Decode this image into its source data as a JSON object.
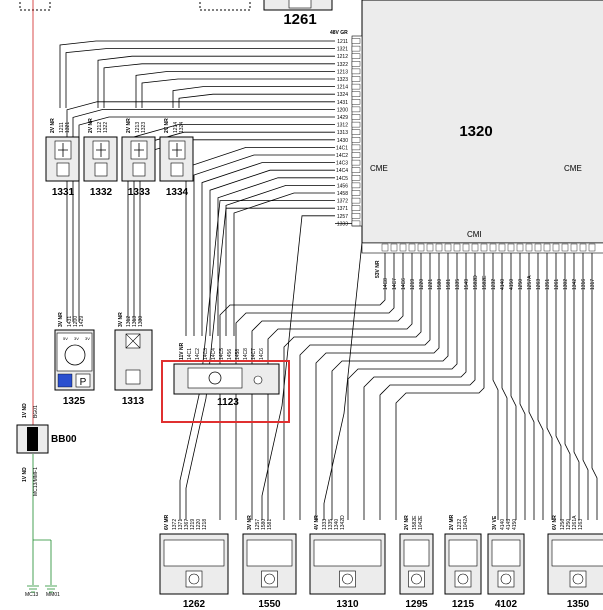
{
  "ecu": {
    "code": "1320",
    "cme_left": "CME",
    "cme_right": "CME",
    "cmi": "CMI",
    "connector_top": "48V GR",
    "connector_bottom": "53V NR"
  },
  "top_part": "1261",
  "pin_labels": [
    "1211",
    "1321",
    "1212",
    "1322",
    "1213",
    "1323",
    "1214",
    "1324",
    "1431",
    "1200",
    "1429",
    "1312",
    "1313",
    "1430",
    "14C1",
    "14C2",
    "14C3",
    "14C4",
    "14C5",
    "1456",
    "1458",
    "1372",
    "1371",
    "1257",
    "1333"
  ],
  "coils": [
    {
      "code": "1331",
      "conn": "2V NR",
      "wires": [
        "1211",
        "1321"
      ]
    },
    {
      "code": "1332",
      "conn": "2V NR",
      "wires": [
        "1212",
        "1322"
      ]
    },
    {
      "code": "1333",
      "conn": "2V NR",
      "wires": [
        "1213",
        "1323"
      ]
    },
    {
      "code": "1334",
      "conn": "2V NR",
      "wires": [
        "1214",
        "1324"
      ]
    }
  ],
  "sensor_1325": {
    "code": "1325",
    "conn": "3V NR",
    "wires": [
      "1431",
      "1200",
      "1429"
    ],
    "pins": [
      "5V",
      "3V",
      "3V"
    ],
    "letter": "P"
  },
  "sensor_1313": {
    "code": "1313",
    "conn": "3V NR",
    "wires": [
      "1312",
      "1313",
      "1330"
    ]
  },
  "part_1123": {
    "code": "1123",
    "conn": "11V NR",
    "wires": [
      "14C1",
      "14C2",
      "14C3",
      "14C4",
      "14C5",
      "1456",
      "1458",
      "14C8",
      "14C7",
      "14C6"
    ]
  },
  "bb00": {
    "code": "BB00",
    "conn_top": "1V ND",
    "conn_bottom": "1V ND",
    "wire_top": "BG01",
    "wire_bottom": "MC13/MMF1",
    "ground_left": "MC13",
    "ground_right": "MM01"
  },
  "cmi_wires": [
    "14C8",
    "14C7",
    "14C6",
    "1219",
    "1220",
    "1221",
    "1580",
    "1581",
    "1335",
    "1549",
    "1582D",
    "1582E",
    "1232",
    "4140",
    "4150",
    "1250",
    "1257A",
    "1263",
    "1351",
    "1261",
    "1302",
    "1342",
    "1316",
    "1317"
  ],
  "bottom_parts": [
    {
      "code": "1262",
      "conn": "6V MR",
      "wires": [
        "1372",
        "1371",
        "1367",
        "1219",
        "1220",
        "1218"
      ]
    },
    {
      "code": "1550",
      "conn": "3V NR",
      "wires": [
        "1257",
        "1580",
        "1581"
      ]
    },
    {
      "code": "1310",
      "conn": "4V NR",
      "wires": [
        "1333",
        "1335",
        "1340",
        "1342D"
      ]
    },
    {
      "code": "1295",
      "conn": "2V NR",
      "wires": [
        "1582E",
        "1042E"
      ]
    },
    {
      "code": "1215",
      "conn": "2V MR",
      "wires": [
        "1232",
        "1042A"
      ]
    },
    {
      "code": "4102",
      "conn": "3V VE",
      "wires": [
        "4140",
        "4145",
        "4150"
      ]
    },
    {
      "code": "1350",
      "conn": "6V NR",
      "wires": [
        "1256",
        "1250",
        "1261A",
        "1263"
      ]
    }
  ]
}
